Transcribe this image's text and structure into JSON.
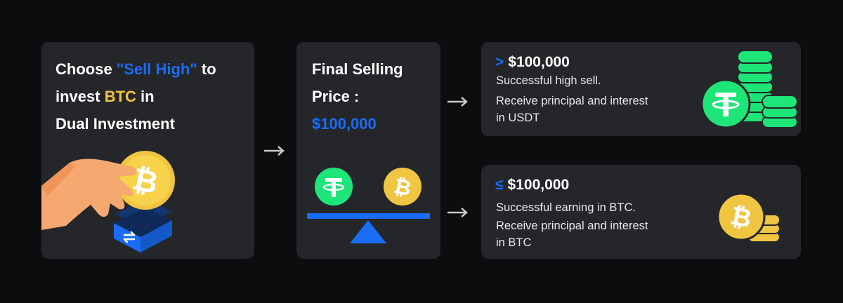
{
  "choose_card": {
    "line1_prefix": "Choose ",
    "line1_highlight": "\"Sell High\"",
    "line1_suffix": " to",
    "line2_prefix": "invest ",
    "line2_highlight": "BTC",
    "line2_suffix": " in",
    "line3": "Dual Investment"
  },
  "price_card": {
    "line1": "Final Selling",
    "line2": "Price :",
    "price": "$100,000"
  },
  "outcome_high": {
    "comparator": ">",
    "price": "$100,000",
    "line1": "Successful high sell.",
    "line2": "Receive principal and interest",
    "line3": "in USDT"
  },
  "outcome_low": {
    "comparator": "≤",
    "price": "$100,000",
    "line1": "Successful earning in BTC.",
    "line2": "Receive principal and interest",
    "line3": "in BTC"
  },
  "colors": {
    "background": "#0c0d0f",
    "card": "#24262a",
    "accent_blue": "#1a6cf5",
    "bitcoin_yellow": "#f0c541",
    "tether_green": "#1ee578",
    "arrow_gray": "#c8c8c8"
  },
  "icons": [
    "bitcoin-icon",
    "tether-icon",
    "hand-icon",
    "box-icon",
    "swap-icon",
    "scale-icon",
    "coin-stack-icon",
    "arrow-right-icon"
  ]
}
